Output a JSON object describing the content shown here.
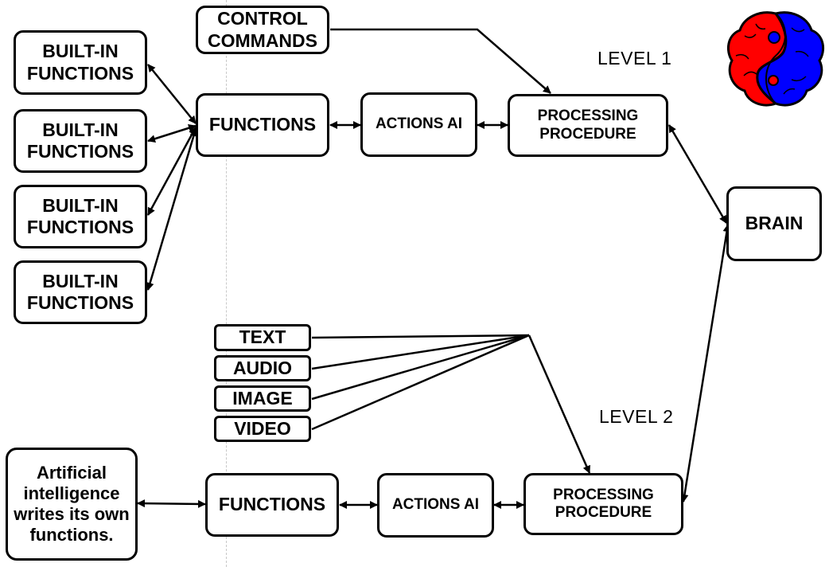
{
  "level_labels": {
    "level1": "LEVEL 1",
    "level2": "LEVEL 2"
  },
  "nodes": {
    "control_commands": "CONTROL\nCOMMANDS",
    "builtin_1": "BUILT-IN\nFUNCTIONS",
    "builtin_2": "BUILT-IN\nFUNCTIONS",
    "builtin_3": "BUILT-IN\nFUNCTIONS",
    "builtin_4": "BUILT-IN\nFUNCTIONS",
    "functions_1": "FUNCTIONS",
    "actions_ai_1": "ACTIONS AI",
    "processing_1": "PROCESSING\nPROCEDURE",
    "brain": "BRAIN",
    "text": "TEXT",
    "audio": "AUDIO",
    "image": "IMAGE",
    "video": "VIDEO",
    "ai_writes": "Artificial\nintelligence\nwrites its own\nfunctions.",
    "functions_2": "FUNCTIONS",
    "actions_ai_2": "ACTIONS AI",
    "processing_2": "PROCESSING\nPROCEDURE"
  },
  "colors": {
    "brain_left": "#ff0000",
    "brain_right": "#0000ff",
    "stroke": "#000000"
  },
  "icons": {
    "logo": "yin-yang-brain-icon"
  }
}
